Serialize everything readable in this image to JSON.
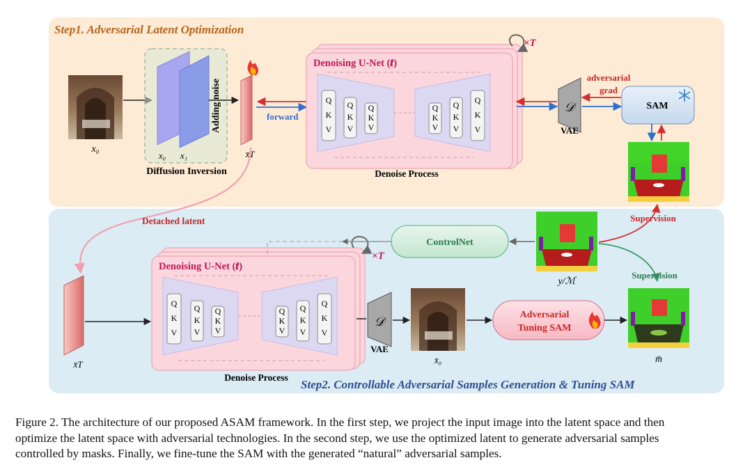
{
  "figure": {
    "step1": {
      "title": "Step1. Adversarial Latent Optimization"
    },
    "step2": {
      "title": "Step2. Controllable Adversarial Samples Generation & Tuning SAM"
    },
    "unet_title": "Denoising U-Net (𝒕)",
    "repeat_label": "×T",
    "qkv_letters": [
      "Q",
      "K",
      "V"
    ],
    "decoder_symbol": "𝒟",
    "vae_label": "VAE",
    "denoise_process": "Denoise Process",
    "forward": "forward",
    "adversarial": "adversarial",
    "grad": "grad",
    "sam": "SAM",
    "adding_noise": "Adding noise",
    "diffusion_inversion": "Diffusion Inversion",
    "detached_latent": "Detached latent",
    "controlnet": "ControlNet",
    "supervision": "Supervision",
    "adv_tuning_line1": "Adversarial",
    "adv_tuning_line2": "Tuning SAM",
    "symbols": {
      "x0": "x₀",
      "x1": "x₁",
      "xT_bar": "x̄T",
      "x0_bar": "x̄₀",
      "mask": "y/ℳ",
      "m_bar": "m̄"
    }
  },
  "caption": {
    "line1": "Figure 2. The architecture of our proposed ASAM framework. In the first step, we project the input image into the latent space and then",
    "line2": "optimize the latent space with adversarial technologies. In the second step, we use the optimized latent to generate adversarial samples",
    "line3": "controlled by masks. Finally, we fine-tune the SAM with the generated “natural” adversarial samples."
  },
  "colors": {
    "step1_bg": "#fdebd6",
    "step2_bg": "#dcecf5",
    "step1_title": "#b5651d",
    "step2_title": "#2f4f8f",
    "unet_title": "#c2185b",
    "red_arrow": "#d32f2f",
    "blue_arrow": "#2f6fd0",
    "green_arrow": "#3a9b6a",
    "pink_path": "#f0a0b0"
  }
}
